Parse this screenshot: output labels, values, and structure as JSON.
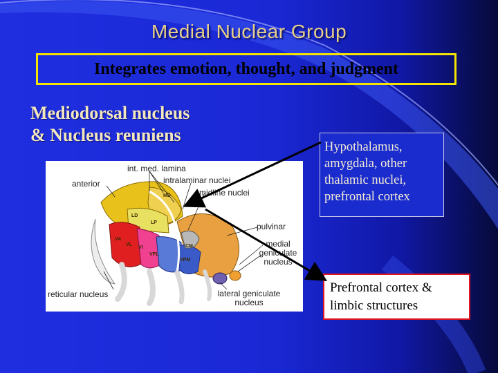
{
  "slide": {
    "title": "Medial Nuclear Group",
    "subtitle": "Integrates emotion, thought, and judgment",
    "nuclei_line1": "Mediodorsal nucleus",
    "nuclei_line2": "& Nucleus reuniens",
    "inputs_text": "Hypothalamus, amygdala, other thalamic nuclei, prefrontal cortex",
    "outputs_text": "Prefrontal cortex & limbic structures"
  },
  "figure": {
    "labels": {
      "int_med_lamina": "int. med. lamina",
      "anterior": "anterior",
      "intralaminar": "intralaminar nuclei",
      "midline": "midline nuclei",
      "pulvinar": "pulvinar",
      "medial_geniculate_1": "medial",
      "medial_geniculate_2": "geniculate",
      "medial_geniculate_3": "nucleus",
      "reticular": "reticular nucleus",
      "lateral_geniculate_1": "lateral geniculate",
      "lateral_geniculate_2": "nucleus"
    },
    "region_labels": {
      "md": "MD",
      "ld": "LD",
      "lp": "LP",
      "va": "VA",
      "vl": "VL",
      "vi": "VI",
      "vpl": "VPL",
      "vpm": "VPM",
      "cm": "CM"
    },
    "colors": {
      "anterior": "#e8c21a",
      "md": "#f0d050",
      "ld": "#e8e060",
      "lp": "#f0e070",
      "pulvinar": "#f0a030",
      "ventral_red": "#e02020",
      "ventral_pink": "#f04090",
      "vpl": "#5a7ad8",
      "vpm": "#3a5ac8",
      "cm": "#b0b0b0",
      "lgn": "#7060b0"
    }
  },
  "colors": {
    "title": "#e8d08a",
    "subtitle_border": "#f5e400",
    "output_border": "#e0141e",
    "arrow": "#000000"
  }
}
